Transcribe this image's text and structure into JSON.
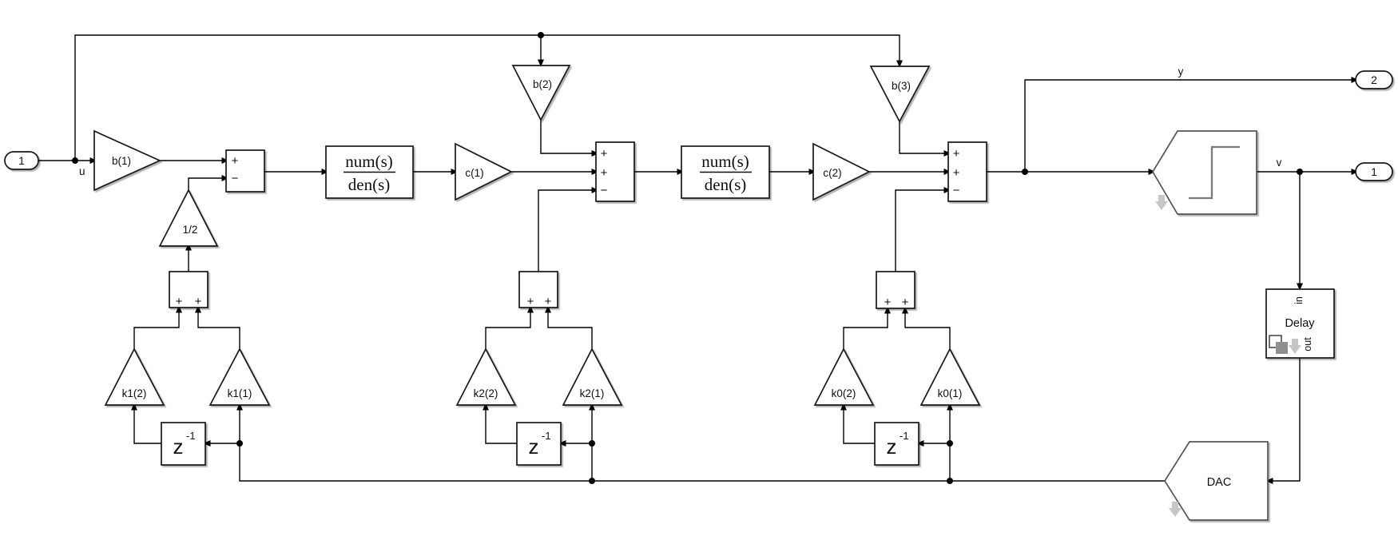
{
  "ports": {
    "input": "1",
    "output_v": "1",
    "output_y": "2"
  },
  "labels": {
    "u": "u",
    "y": "y",
    "v": "v"
  },
  "gains": {
    "b1": "b(1)",
    "b2": "b(2)",
    "b3": "b(3)",
    "c1": "c(1)",
    "c2": "c(2)",
    "half": "1/2",
    "k1_2": "k1(2)",
    "k1_1": "k1(1)",
    "k2_2": "k2(2)",
    "k2_1": "k2(1)",
    "k0_2": "k0(2)",
    "k0_1": "k0(1)"
  },
  "tf": {
    "num": "num(s)",
    "den": "den(s)"
  },
  "unit_delay": {
    "base": "z",
    "sup": "-1"
  },
  "signs": {
    "plus": "+",
    "minus": "−"
  },
  "blocks": {
    "delay": "Delay",
    "delay_in": "in",
    "delay_out": "out",
    "dac": "DAC"
  },
  "colors": {
    "wire": "#000000",
    "badge": "#c6c6c6",
    "step_glyph": "#7b7b7b"
  }
}
